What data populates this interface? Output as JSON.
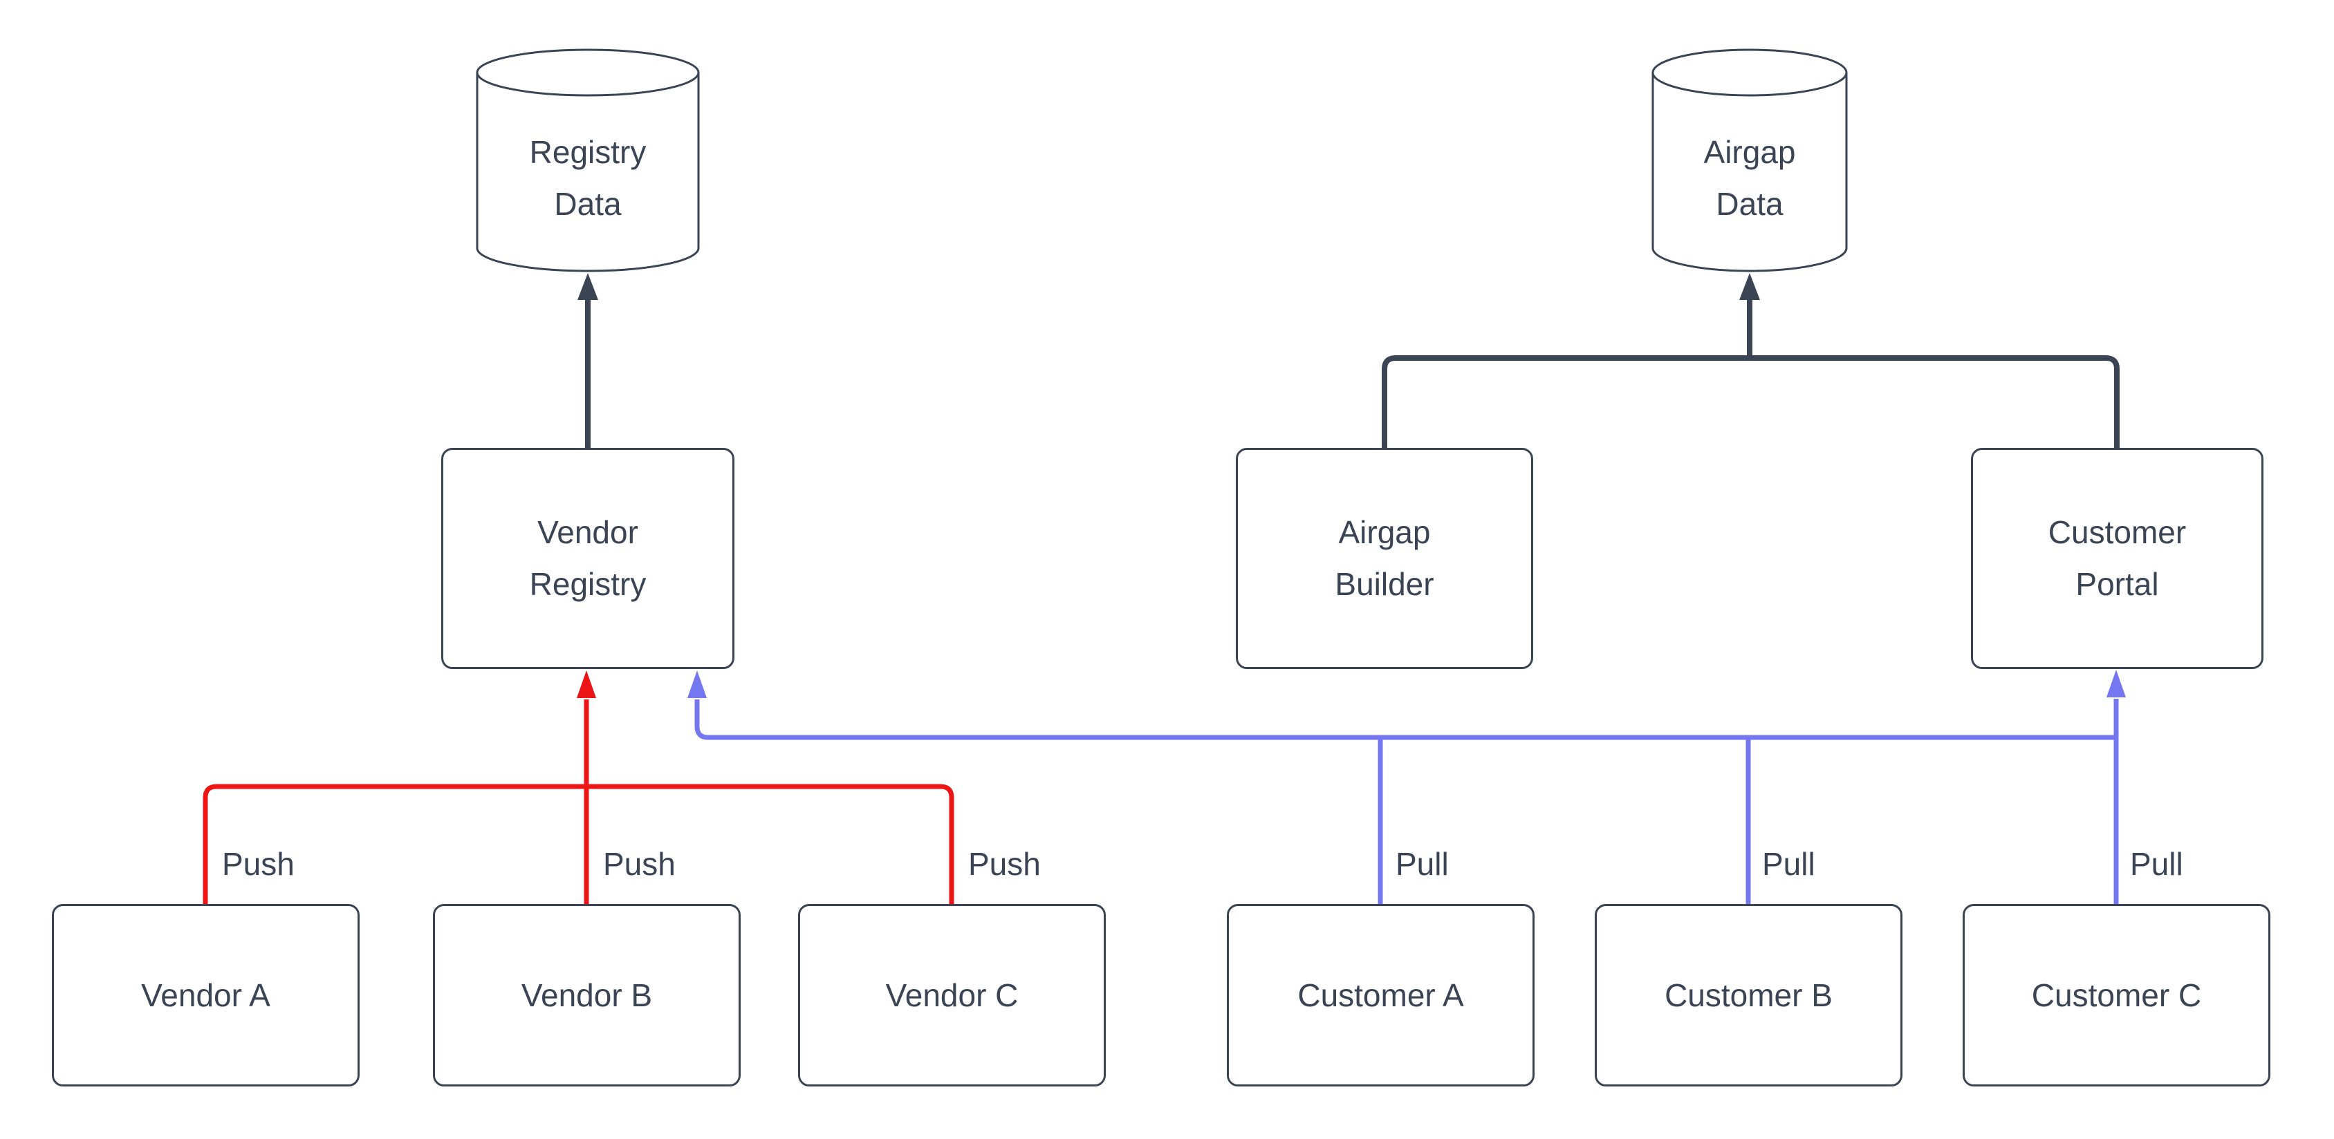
{
  "diagram": {
    "type": "flowchart",
    "background": "#ffffff",
    "colors": {
      "line": "#3b4455",
      "node_border": "#3b4455",
      "text": "#3b4455",
      "push": "#ec1414",
      "pull": "#7577f0"
    },
    "nodes": {
      "registry_data": {
        "label": "Registry\nData",
        "shape": "cylinder"
      },
      "airgap_data": {
        "label": "Airgap\nData",
        "shape": "cylinder"
      },
      "vendor_registry": {
        "label": "Vendor\nRegistry",
        "shape": "rect"
      },
      "airgap_builder": {
        "label": "Airgap\nBuilder",
        "shape": "rect"
      },
      "customer_portal": {
        "label": "Customer\nPortal",
        "shape": "rect"
      },
      "vendor_a": {
        "label": "Vendor A",
        "shape": "rect"
      },
      "vendor_b": {
        "label": "Vendor B",
        "shape": "rect"
      },
      "vendor_c": {
        "label": "Vendor C",
        "shape": "rect"
      },
      "customer_a": {
        "label": "Customer A",
        "shape": "rect"
      },
      "customer_b": {
        "label": "Customer B",
        "shape": "rect"
      },
      "customer_c": {
        "label": "Customer C",
        "shape": "rect"
      }
    },
    "edges": [
      {
        "from": "Vendor A",
        "to": "Vendor Registry",
        "label": "Push",
        "color": "#ec1414"
      },
      {
        "from": "Vendor B",
        "to": "Vendor Registry",
        "label": "Push",
        "color": "#ec1414"
      },
      {
        "from": "Vendor C",
        "to": "Vendor Registry",
        "label": "Push",
        "color": "#ec1414"
      },
      {
        "from": "Customer A",
        "to": "Vendor Registry / Customer Portal",
        "label": "Pull",
        "color": "#7577f0"
      },
      {
        "from": "Customer B",
        "to": "Vendor Registry / Customer Portal",
        "label": "Pull",
        "color": "#7577f0"
      },
      {
        "from": "Customer C",
        "to": "Vendor Registry / Customer Portal",
        "label": "Pull",
        "color": "#7577f0"
      },
      {
        "from": "Vendor Registry",
        "to": "Registry Data",
        "label": "",
        "color": "#3b4455"
      },
      {
        "from": "Airgap Builder",
        "to": "Airgap Data",
        "label": "",
        "color": "#3b4455"
      },
      {
        "from": "Customer Portal",
        "to": "Airgap Data",
        "label": "",
        "color": "#3b4455"
      }
    ]
  }
}
